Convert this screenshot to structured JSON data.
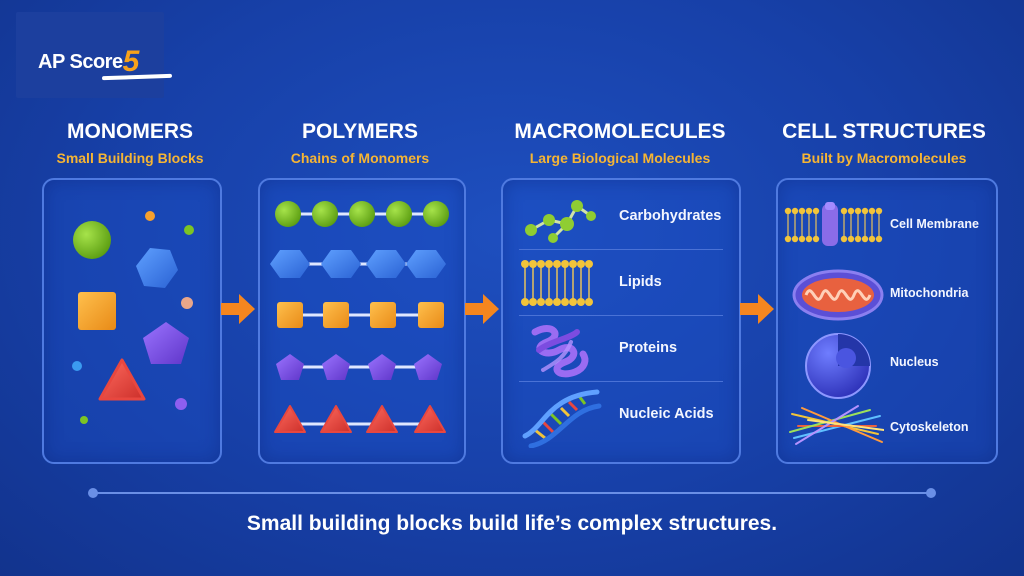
{
  "logo": {
    "text": "AP Score",
    "number": "5"
  },
  "columns": [
    {
      "title": "MONOMERS",
      "subtitle": "Small Building Blocks"
    },
    {
      "title": "POLYMERS",
      "subtitle": "Chains of Monomers"
    },
    {
      "title": "MACROMOLECULES",
      "subtitle": "Large Biological Molecules"
    },
    {
      "title": "CELL STRUCTURES",
      "subtitle": "Built by Macromolecules"
    }
  ],
  "macromolecules": [
    "Carbohydrates",
    "Lipids",
    "Proteins",
    "Nucleic Acids"
  ],
  "cell_structures": [
    "Cell Membrane",
    "Mitochondria",
    "Nucleus",
    "Cytoskeleton"
  ],
  "caption": "Small building blocks build life’s complex structures.",
  "icons": [
    "arrow-right-icon",
    "carbohydrate-icon",
    "lipid-icon",
    "protein-icon",
    "dna-icon",
    "cell-membrane-icon",
    "mitochondria-icon",
    "nucleus-icon",
    "cytoskeleton-icon"
  ],
  "colors": {
    "background": "#1740a8",
    "accent_subtitle": "#f6b534",
    "arrow": "#f5861f",
    "green": "#7cc424",
    "blue": "#3b7fe8",
    "orange": "#f7a02e",
    "purple": "#7b4fe0",
    "red": "#e8473f"
  }
}
